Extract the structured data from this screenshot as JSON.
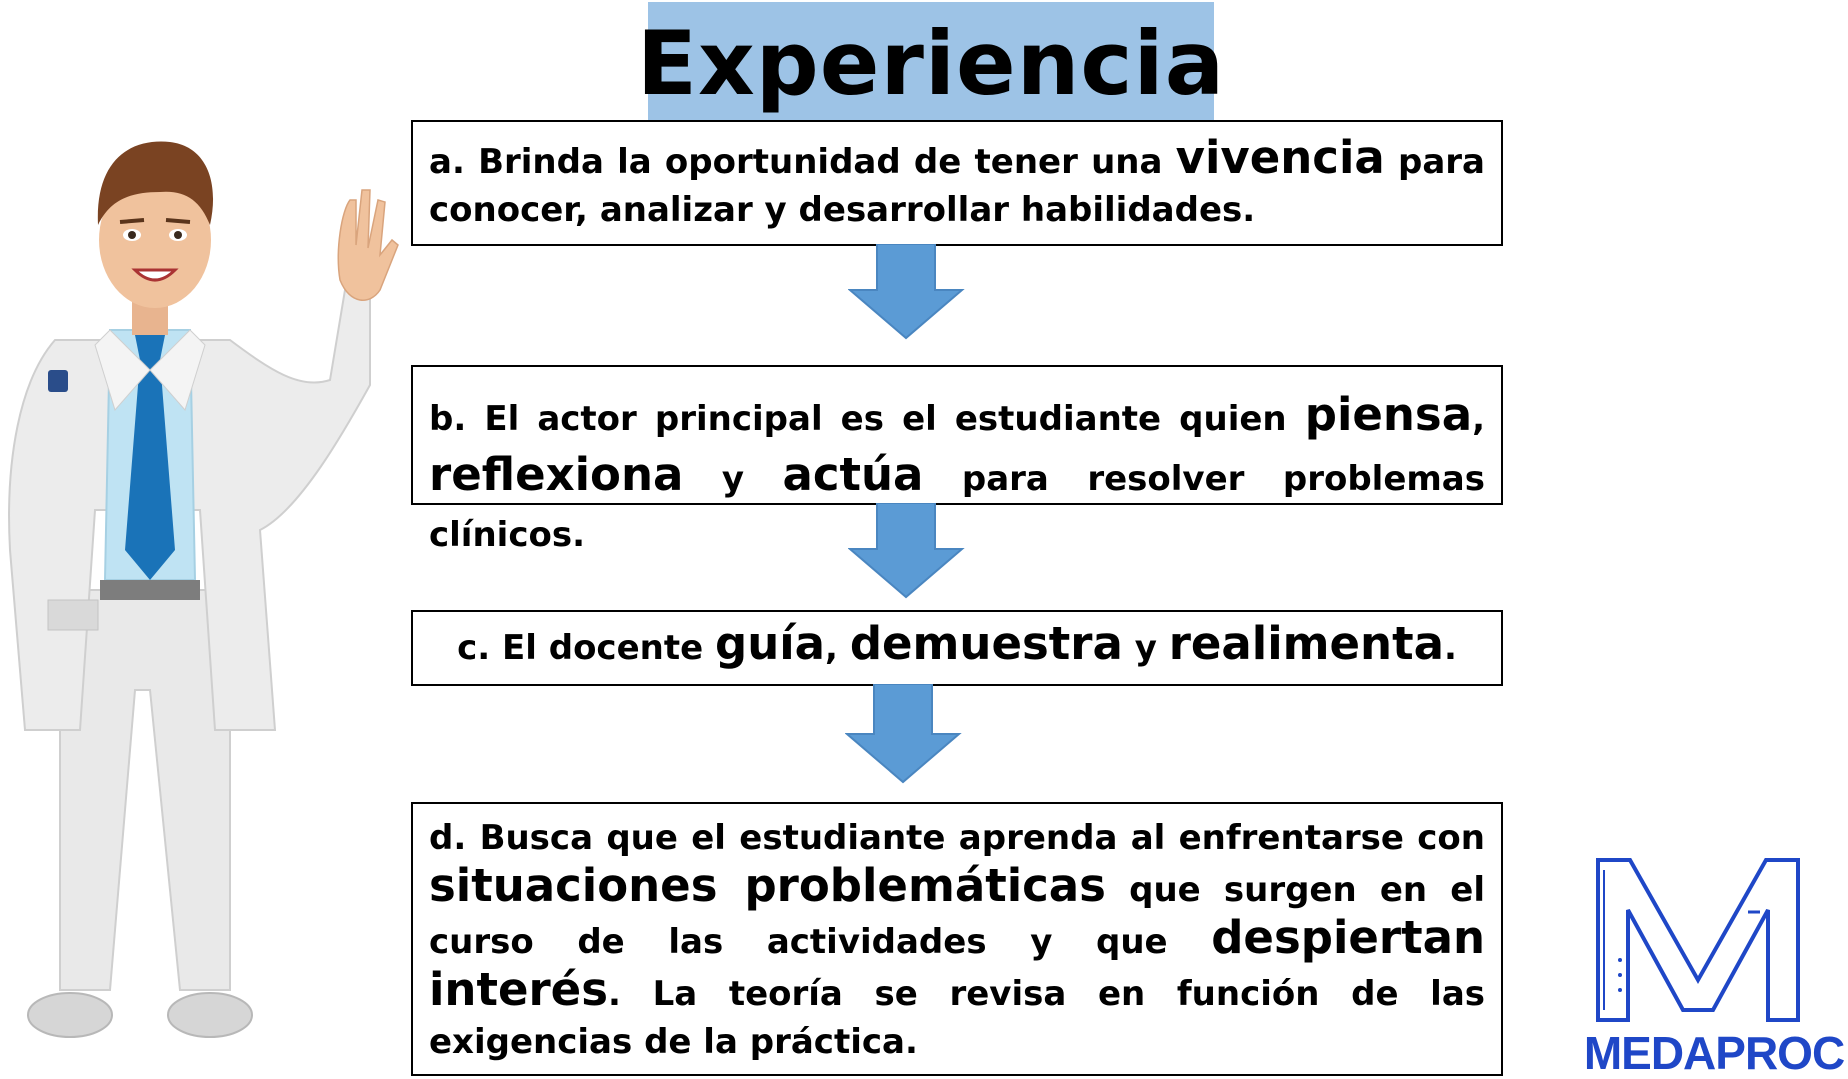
{
  "title": "Experiencia",
  "box_a": {
    "t1": "a. Brinda la oportunidad de tener una ",
    "k1": "vivencia",
    "t2": " para conocer, analizar y desarrollar habilidades."
  },
  "box_b": {
    "t1": "b. El actor principal es el estudiante quien ",
    "k1": "piensa",
    "t2": ", ",
    "k2": "reflexiona",
    "t3": " y ",
    "k3": "actúa",
    "t4": " para resolver problemas clínicos."
  },
  "box_c": {
    "t1": "c. El docente ",
    "k1": "guía",
    "t2": ", ",
    "k2": "demuestra",
    "t3": " y ",
    "k3": "realimenta",
    "t4": "."
  },
  "box_d": {
    "t1": "d. Busca que el estudiante aprenda al enfrentarse con ",
    "k1": "situaciones problemáticas",
    "t2": " que surgen en el curso de las actividades y que ",
    "k2": "despiertan interés",
    "t3": ". La teoría se revisa en función de las exigencias de la práctica."
  },
  "logo": {
    "name": "MEDAPROC",
    "color": "#1f47c7"
  },
  "colors": {
    "title_bg": "#9dc3e6",
    "arrow": "#5b9bd5",
    "arrow_border": "#4a86c0"
  },
  "icons": {
    "figure": "doctor-waving-illustration",
    "logo": "medaproc-m-logo"
  }
}
